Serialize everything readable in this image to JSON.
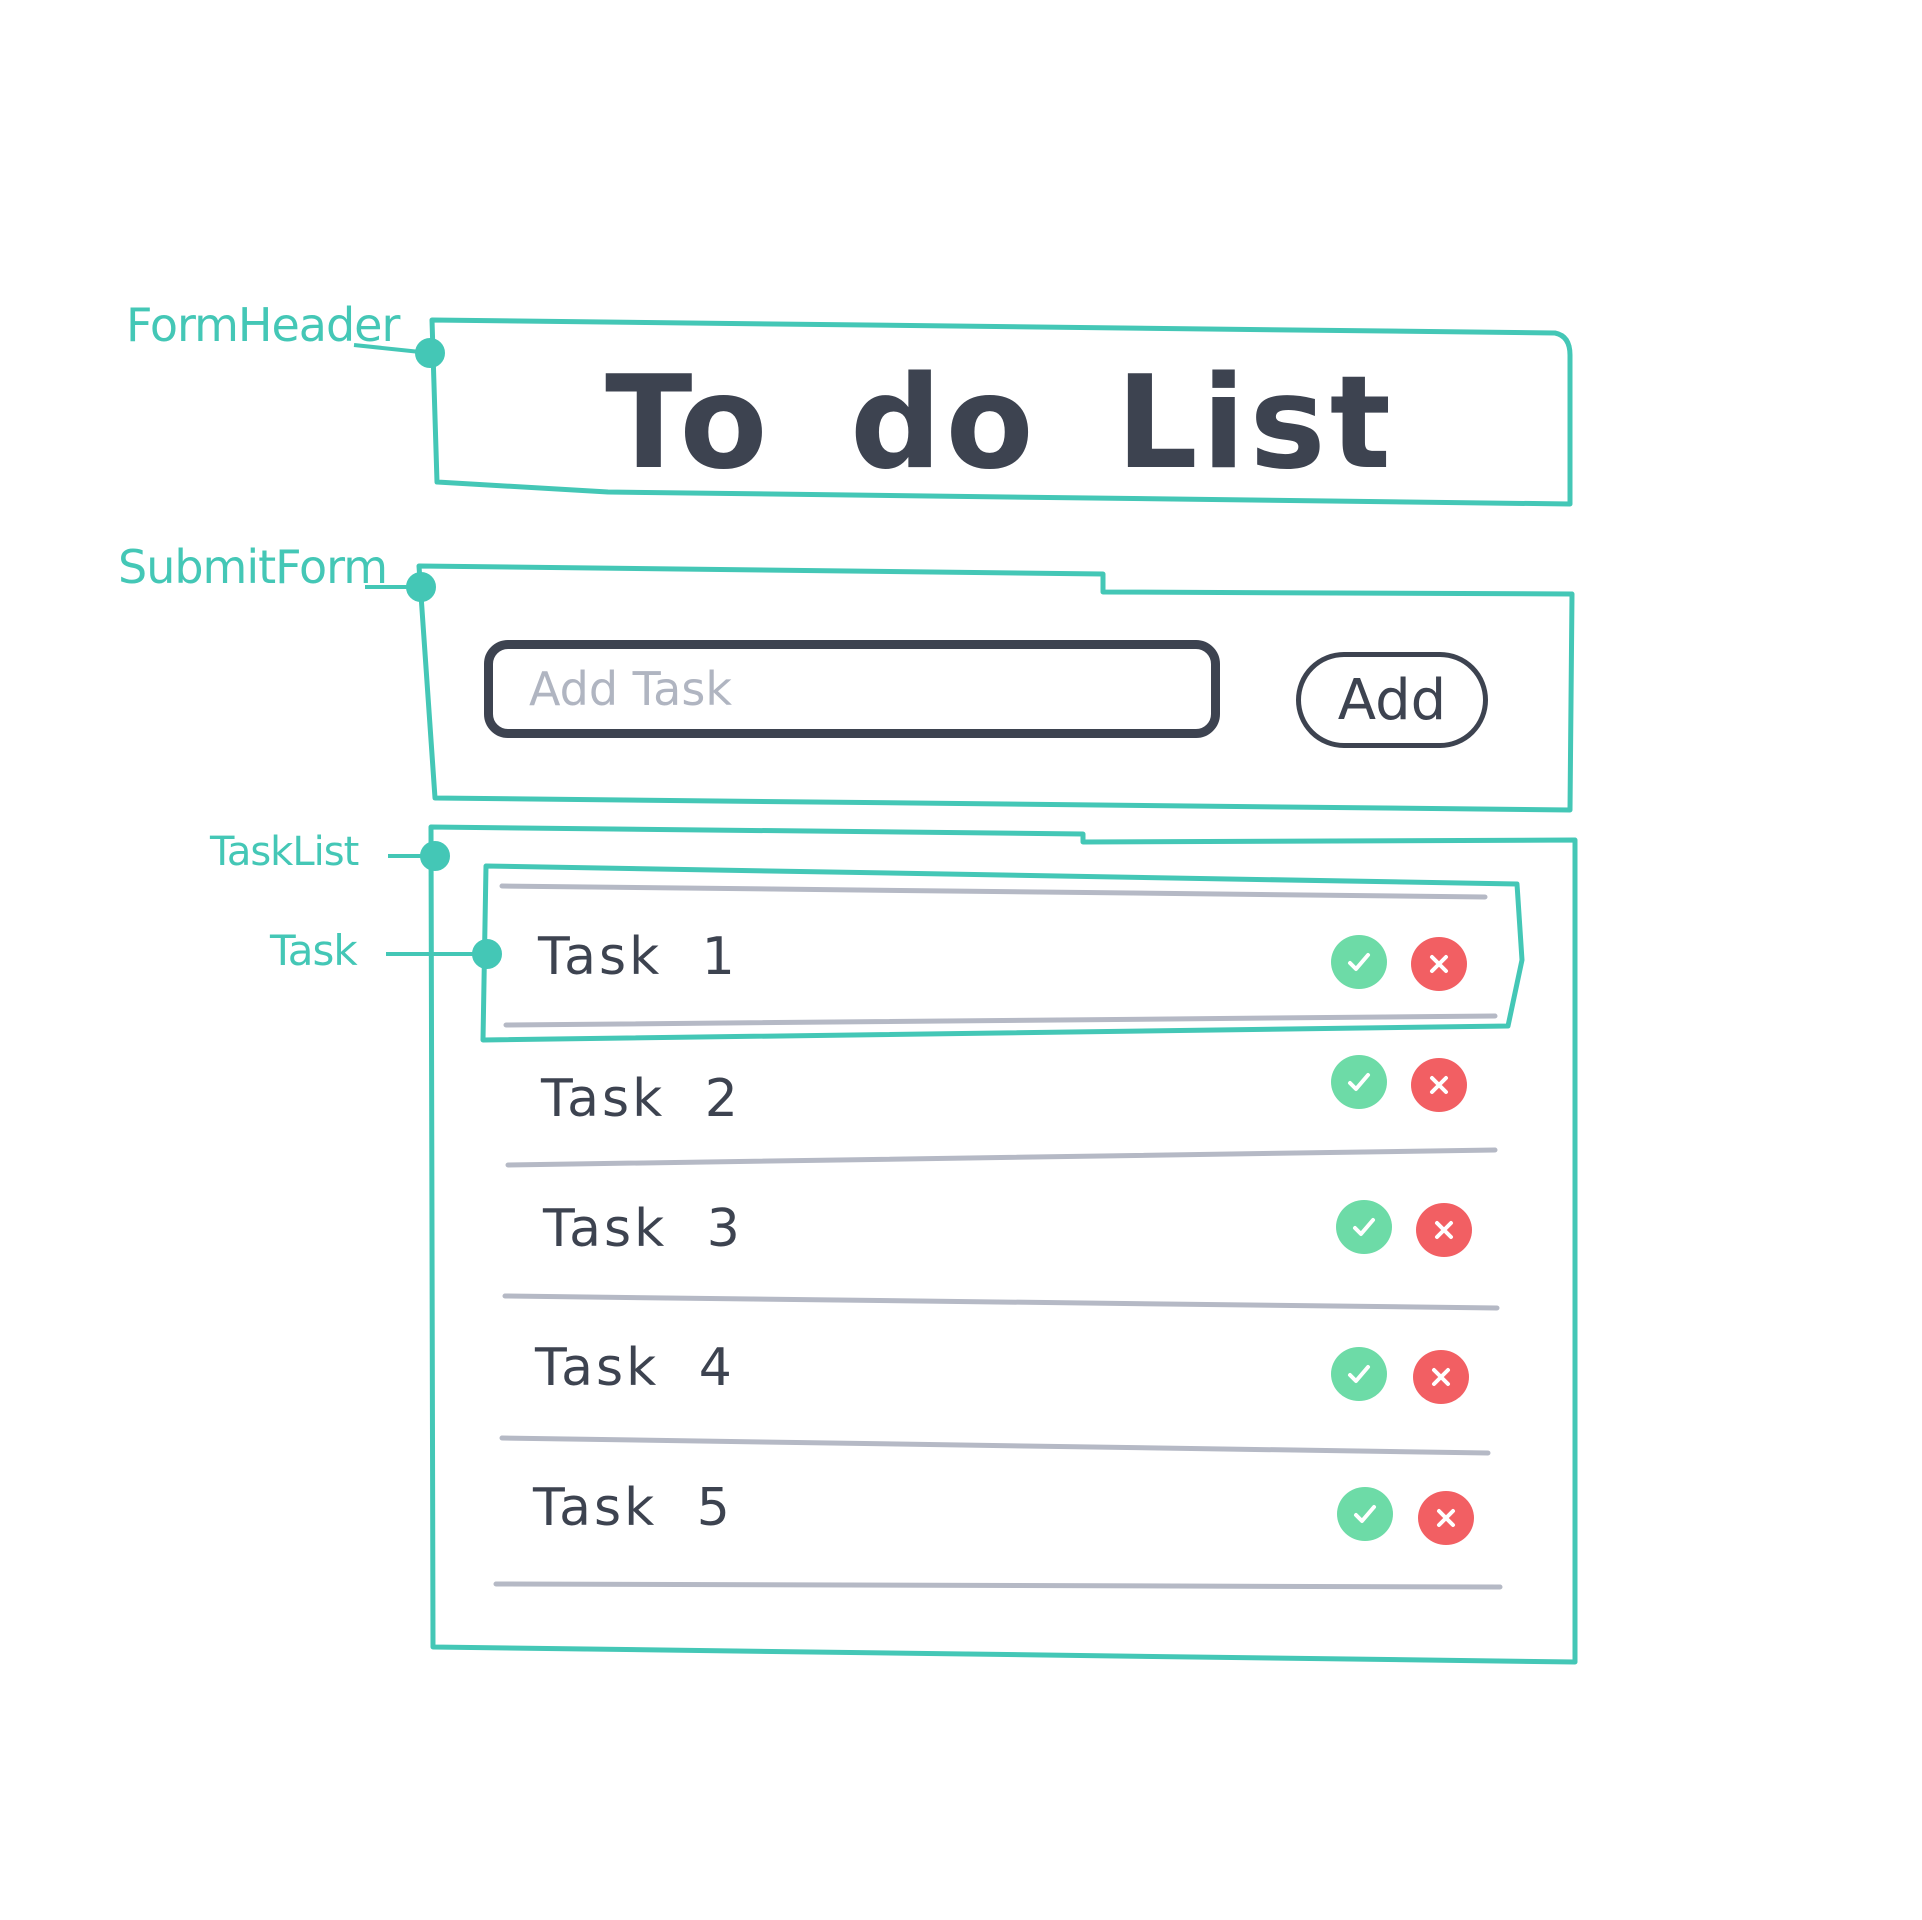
{
  "colors": {
    "accent": "#44c7b6",
    "ink": "#3d4350",
    "placeholder": "#b0b5c1",
    "divider": "#b5b9c5",
    "complete": "#6ddba7",
    "delete": "#f25f63"
  },
  "callouts": {
    "form_header": "FormHeader",
    "submit_form": "SubmitForm",
    "task_list": "TaskList",
    "task": "Task"
  },
  "header": {
    "title": "To do List"
  },
  "submit_form": {
    "placeholder": "Add Task",
    "add_label": "Add"
  },
  "tasks": [
    {
      "label": "Task 1"
    },
    {
      "label": "Task 2"
    },
    {
      "label": "Task 3"
    },
    {
      "label": "Task 4"
    },
    {
      "label": "Task 5"
    }
  ],
  "icons": {
    "complete": "check-circle-icon",
    "delete": "x-circle-icon"
  }
}
